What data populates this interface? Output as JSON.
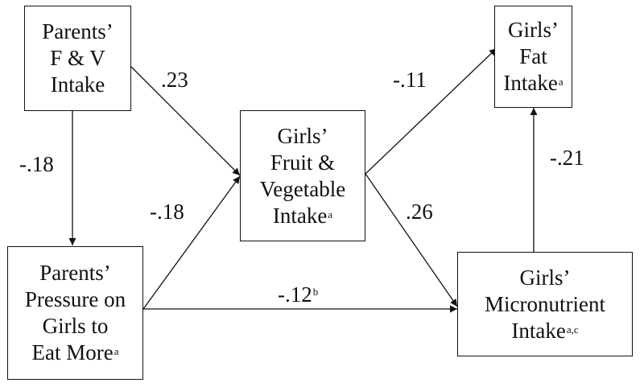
{
  "boxes": {
    "parents_fv": {
      "lines": [
        "Parents’",
        "F & V",
        "Intake"
      ],
      "sup": ""
    },
    "girls_fv": {
      "lines": [
        "Girls’",
        "Fruit &",
        "Vegetable",
        "Intake"
      ],
      "sup": "a"
    },
    "girls_fat": {
      "lines": [
        "Girls’",
        "Fat",
        "Intake"
      ],
      "sup": "a"
    },
    "parents_pressure": {
      "lines": [
        "Parents’",
        "Pressure on",
        "Girls to",
        "Eat More"
      ],
      "sup": "a"
    },
    "girls_micro": {
      "lines": [
        "Girls’",
        "Micronutrient",
        "Intake"
      ],
      "sup": "a,c"
    }
  },
  "coefficients": {
    "parents_fv_to_girls_fv": {
      "value": ".23",
      "sup": ""
    },
    "parents_fv_to_pressure": {
      "value": "-.18",
      "sup": ""
    },
    "pressure_to_girls_fv": {
      "value": "-.18",
      "sup": ""
    },
    "pressure_to_micro": {
      "value": "-.12",
      "sup": "b"
    },
    "girls_fv_to_fat": {
      "value": "-.11",
      "sup": ""
    },
    "girls_fv_to_micro": {
      "value": ".26",
      "sup": ""
    },
    "micro_to_fat": {
      "value": "-.21",
      "sup": ""
    }
  }
}
